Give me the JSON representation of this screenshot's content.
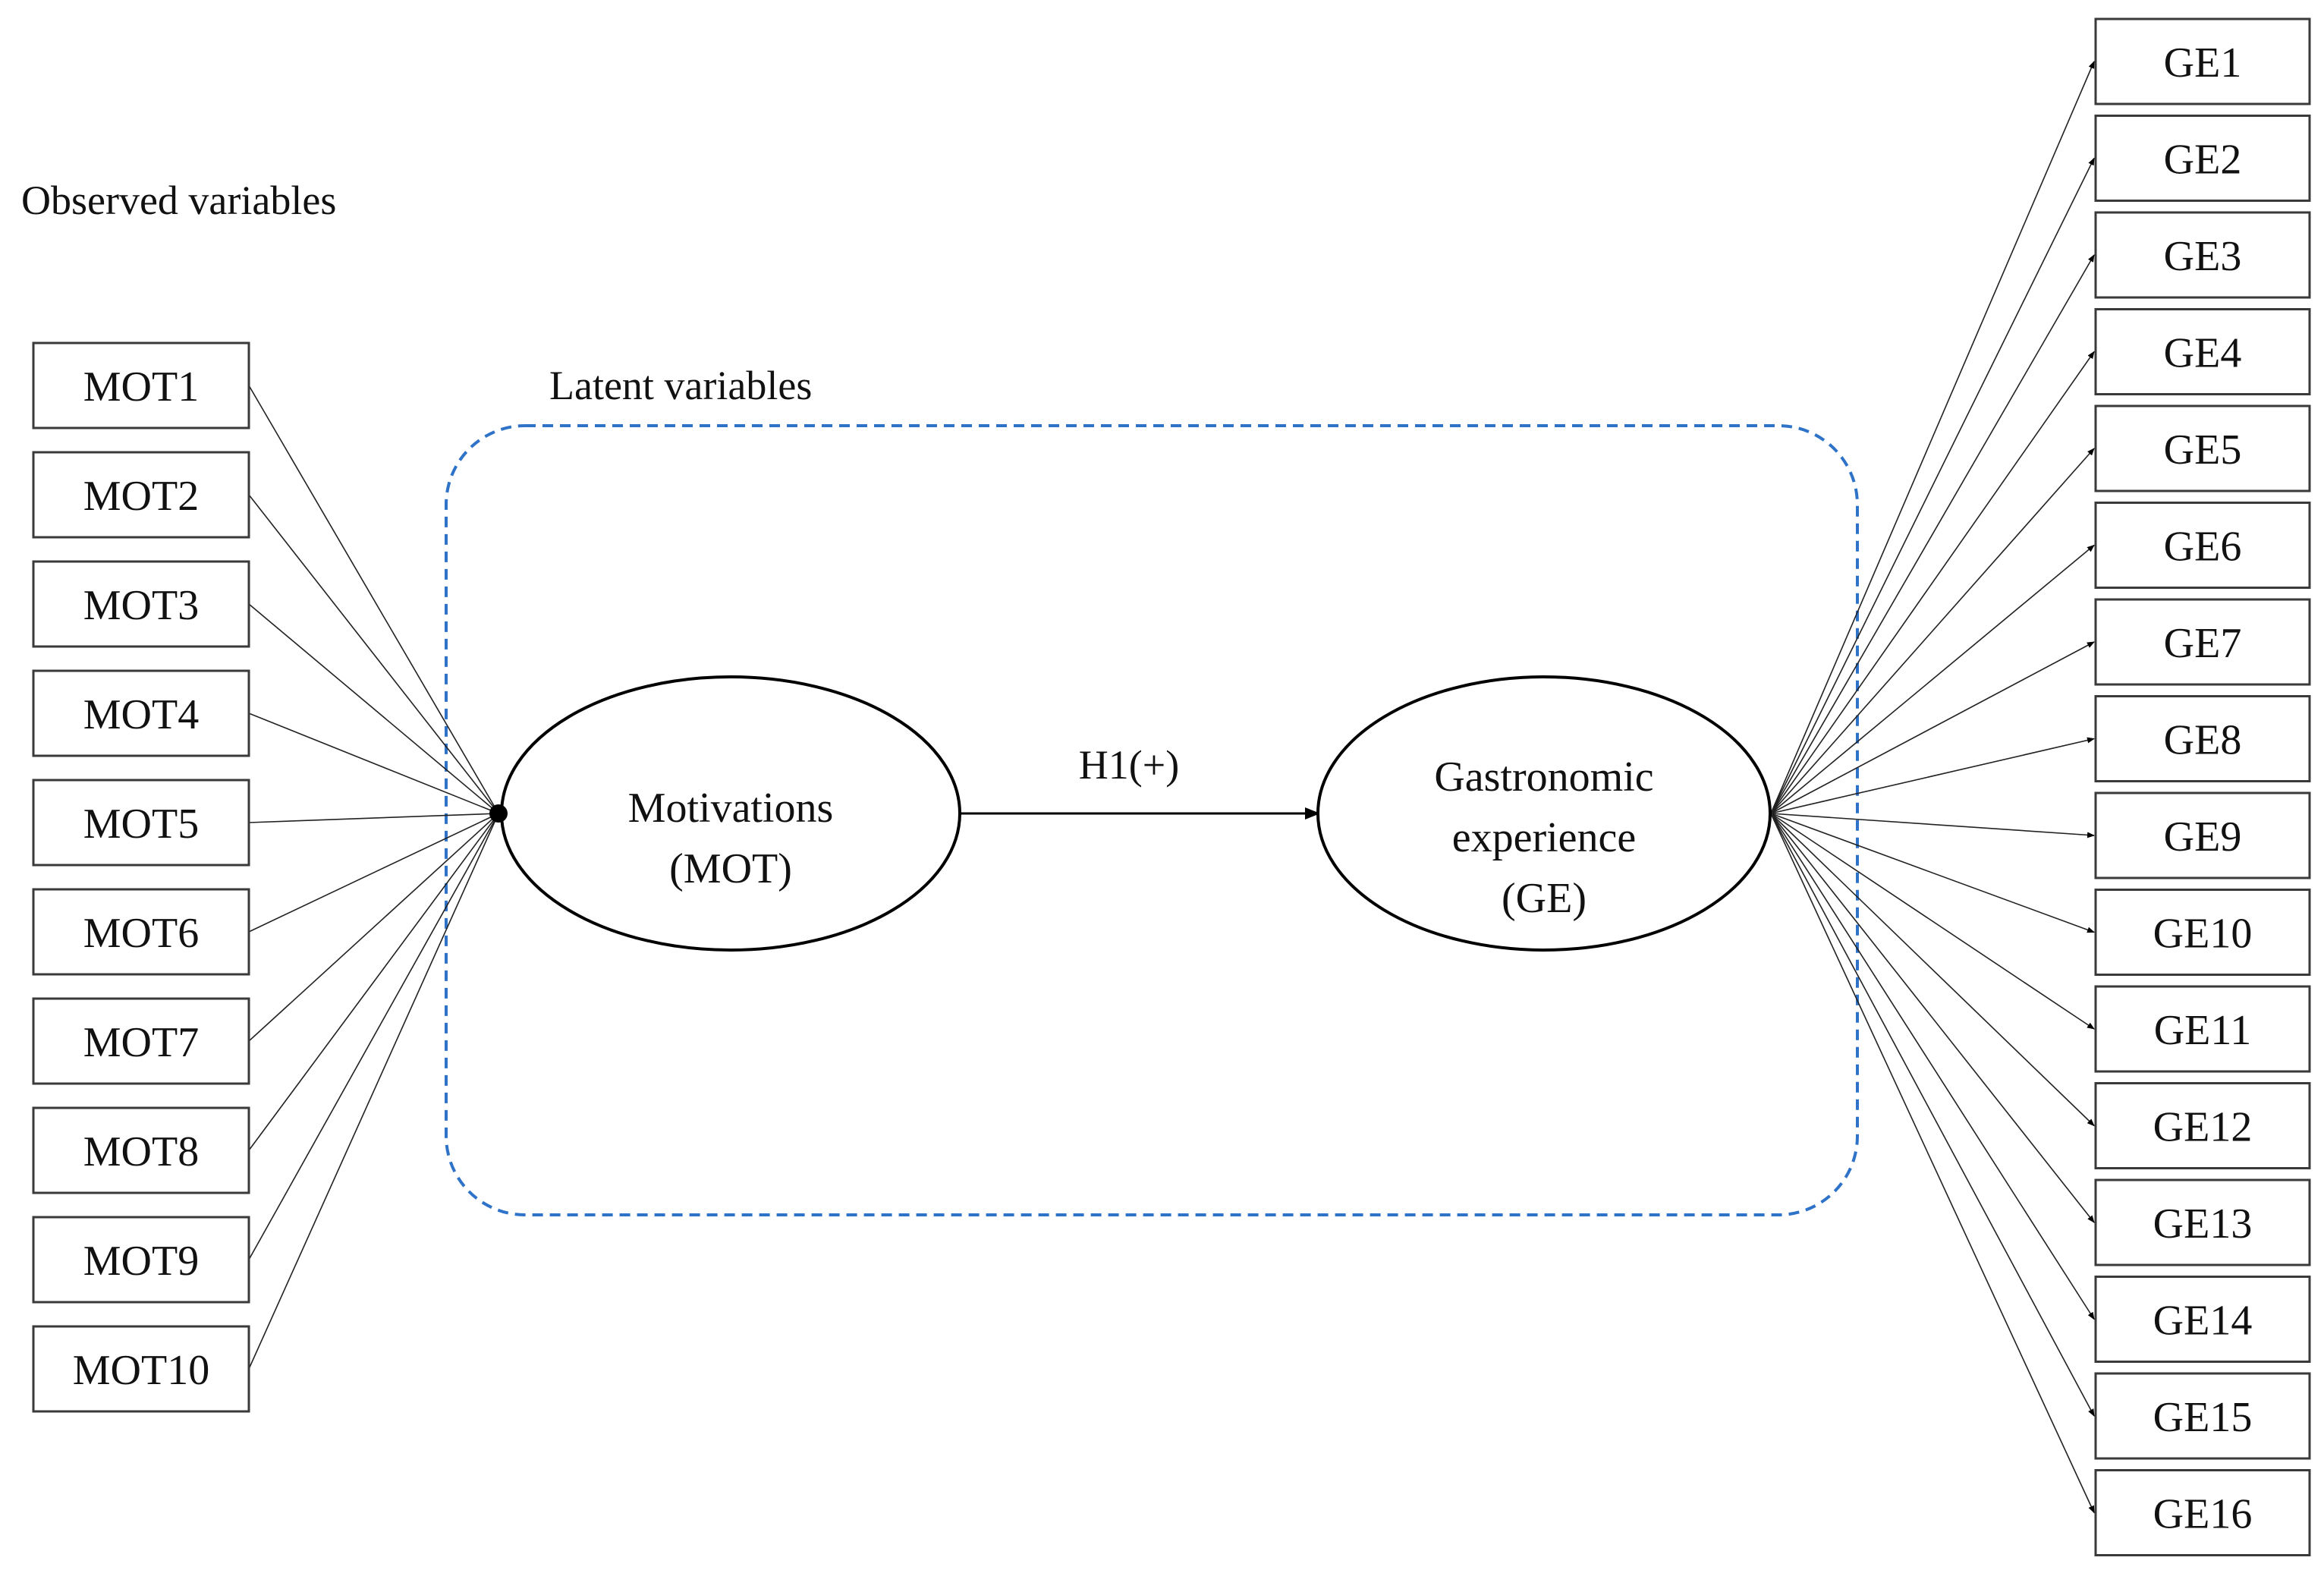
{
  "titles": {
    "observed": "Observed  variables",
    "latent": "Latent variables"
  },
  "latent_frame_color": "#2f73c8",
  "latents": {
    "mot": {
      "line1": "Motivations",
      "line2": "(MOT)"
    },
    "ge": {
      "line1": "Gastronomic",
      "line2": "experience",
      "line3": "(GE)"
    }
  },
  "hypothesis": {
    "label": "H1(+)"
  },
  "mot_indicators": [
    "MOT1",
    "MOT2",
    "MOT3",
    "MOT4",
    "MOT5",
    "MOT6",
    "MOT7",
    "MOT8",
    "MOT9",
    "MOT10"
  ],
  "ge_indicators": [
    "GE1",
    "GE2",
    "GE3",
    "GE4",
    "GE5",
    "GE6",
    "GE7",
    "GE8",
    "GE9",
    "GE10",
    "GE11",
    "GE12",
    "GE13",
    "GE14",
    "GE15",
    "GE16"
  ]
}
